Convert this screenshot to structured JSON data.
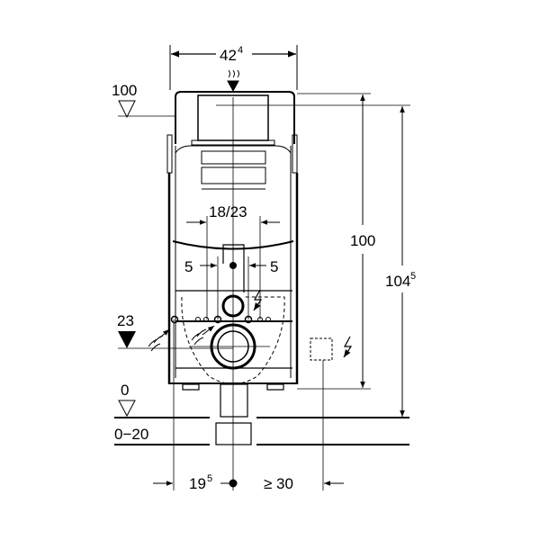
{
  "dimensions": {
    "top_width": {
      "value": "42",
      "sup": "4"
    },
    "left_level_100": "100",
    "flush_spacing": "18/23",
    "left_offset": "5",
    "right_offset": "5",
    "right_height_100": "100",
    "total_height": {
      "value": "104",
      "sup": "5"
    },
    "left_level_23": "23",
    "floor_level_0": "0",
    "floor_range": "0−20",
    "bottom_left": {
      "value": "19",
      "sup": "5"
    },
    "bottom_right": "≥ 30"
  },
  "colors": {
    "line": "#000000",
    "background": "#ffffff"
  }
}
